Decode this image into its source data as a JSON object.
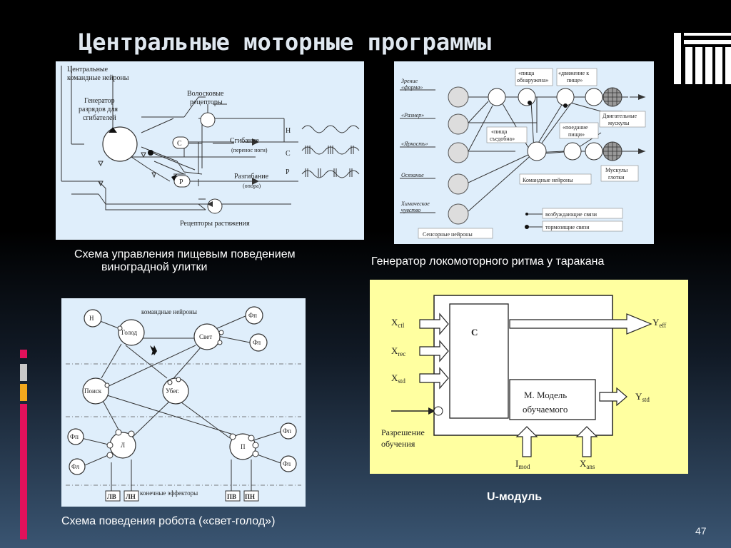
{
  "slide": {
    "title": "Центральные моторные программы",
    "page_number": "47"
  },
  "snail": {
    "caption_line1": "Схема управления пищевым поведением",
    "caption_line2": "виноградной улитки",
    "labels": {
      "command_neurons": "Центральные",
      "command_neurons_2": "командные нейроны",
      "generator_1": "Генератор",
      "generator_2": "разрядов для",
      "generator_3": "сгибателей",
      "hair_1": "Волосковые",
      "hair_2": "рецепторы",
      "flex": "Сгибание",
      "flex_sub": "(перенос ноги)",
      "ext": "Разгибание",
      "ext_sub": "(опора)",
      "stretch": "Рецепторы растяжения",
      "node_c": "C",
      "node_p": "P",
      "trace_h": "Н",
      "trace_c": "С",
      "trace_p": "Р"
    }
  },
  "roach": {
    "caption": "Генератор локомоторного ритма у таракана",
    "labels": {
      "vision_1": "Зрение",
      "vision_2": "«форма»",
      "size": "«Размер»",
      "bright": "«Яркость»",
      "touch": "Осязание",
      "chem_1": "Химическое",
      "chem_2": "чувство",
      "sensory": "Сенсорные нейроны",
      "food_found_1": "«пища",
      "food_found_2": "обнаружена»",
      "move_1": "«движение к",
      "move_2": "пище»",
      "motor_1": "Двигательные",
      "motor_2": "мускулы",
      "edible_1": "«пища",
      "edible_2": "съедобна»",
      "eating_1": "«поедание",
      "eating_2": "пищи»",
      "throat_1": "Мускулы",
      "throat_2": "глотки",
      "command": "Командные нейроны",
      "excit": "возбуждающие связи",
      "inhib": "тормозящие связи"
    }
  },
  "robot": {
    "caption": "Схема поведения робота («свет-голод»)",
    "labels": {
      "command": "командные нейроны",
      "effectors": "конечные эффекторы",
      "n": "Н",
      "hunger": "Голод",
      "light": "Свет",
      "fp": "Фп",
      "fl": "Фл",
      "search": "Поиск",
      "escape": "Убег.",
      "l": "Л",
      "p": "П",
      "lv": "ЛВ",
      "ln": "ЛН",
      "pv": "ПВ",
      "pn": "ПН"
    }
  },
  "umodule": {
    "caption": "U-модуль",
    "labels": {
      "xctl": "X",
      "xctl_sub": "ctl",
      "xrec": "X",
      "xrec_sub": "rec",
      "xstd": "X",
      "xstd_sub": "std",
      "c": "C",
      "model_1": "М. Модель",
      "model_2": "обучаемого",
      "yeff": "Y",
      "yeff_sub": "eff",
      "ystd": "Y",
      "ystd_sub": "std",
      "perm_1": "Разрешение",
      "perm_2": "обучения",
      "imod": "I",
      "imod_sub": "mod",
      "xans": "X",
      "xans_sub": "ans"
    }
  },
  "colors": {
    "panel_blue": "#dfeefb",
    "panel_yellow": "#ffffa0",
    "title": "#dfe7ef",
    "accent_red": "#e2115b",
    "accent_orange": "#f2a81d"
  }
}
